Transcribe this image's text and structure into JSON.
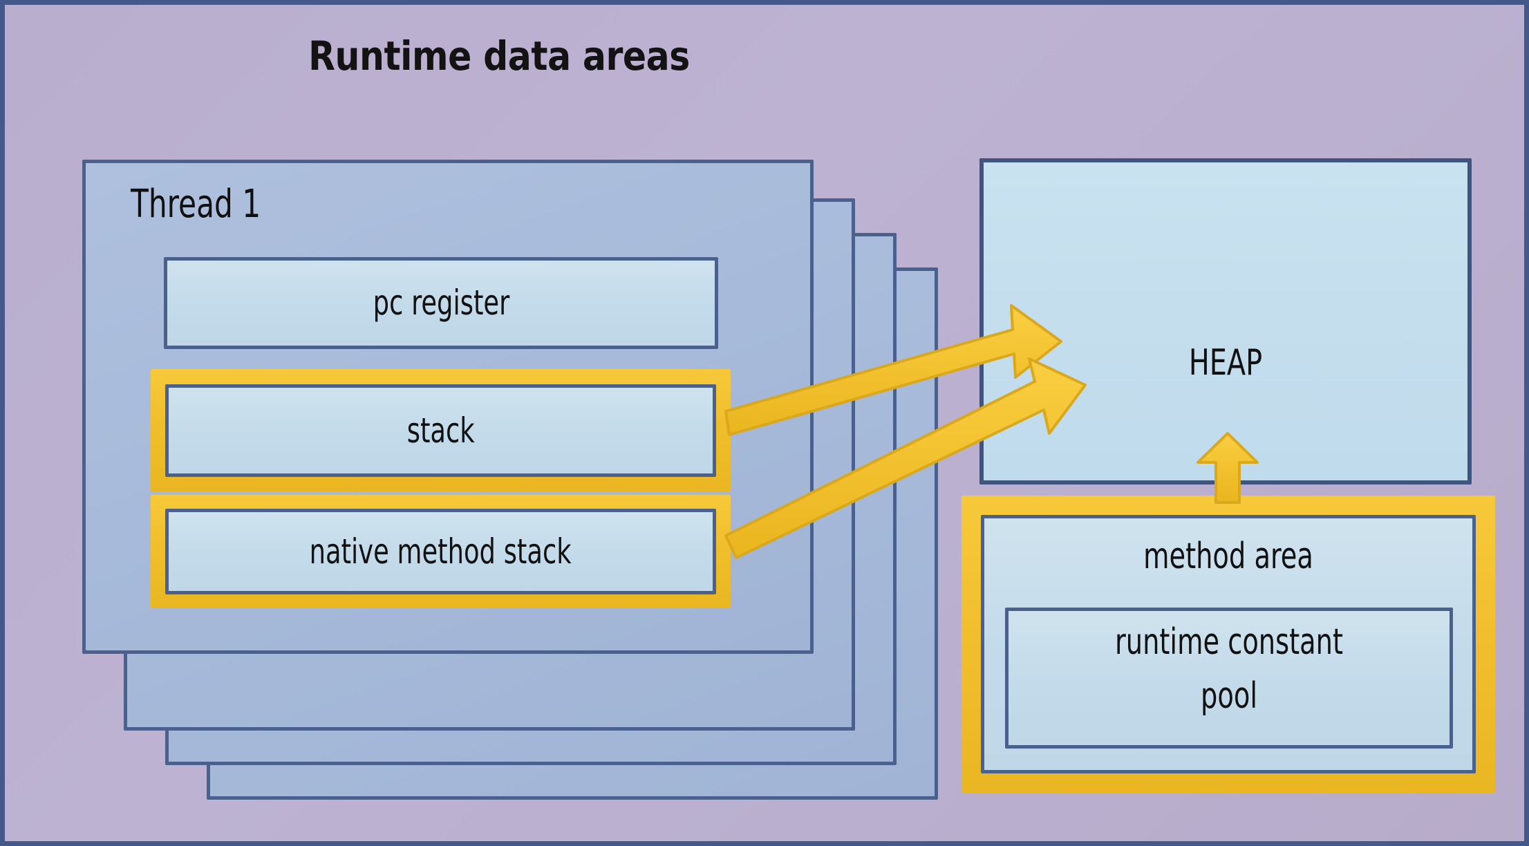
{
  "diagram": {
    "title": "Runtime data areas",
    "background_color": "#b9aecd",
    "accent_highlight_color": "#f0bd2c",
    "box_border_color": "#4a618e",
    "thread": {
      "label": "Thread 1",
      "layer_count": 4,
      "fill_color": "#a8bcdb",
      "regions": [
        {
          "name": "pc register",
          "highlighted": false
        },
        {
          "name": "stack",
          "highlighted": true
        },
        {
          "name": "native method stack",
          "highlighted": true
        }
      ]
    },
    "heap": {
      "label": "HEAP",
      "fill_color": "#c5dfea"
    },
    "method_area": {
      "label": "method area",
      "highlighted": true,
      "child": {
        "label_line1": "runtime constant",
        "label_line2": "pool"
      }
    },
    "arrows": [
      {
        "from": "stack",
        "to": "HEAP"
      },
      {
        "from": "native method stack",
        "to": "HEAP"
      },
      {
        "from": "method area",
        "to": "HEAP"
      }
    ]
  }
}
